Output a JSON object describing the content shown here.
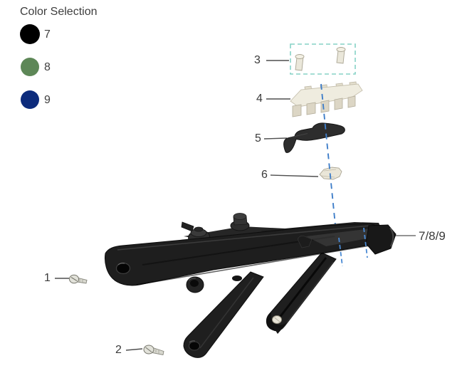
{
  "legend": {
    "title": "Color Selection",
    "items": [
      {
        "number": "7",
        "color": "#000000"
      },
      {
        "number": "8",
        "color": "#5d8757"
      },
      {
        "number": "9",
        "color": "#0c2b7c"
      }
    ]
  },
  "callouts": {
    "part1": "1",
    "part2": "2",
    "part3": "3",
    "part4": "4",
    "part5": "5",
    "part6": "6",
    "assembly": "7/8/9"
  },
  "colors": {
    "label_text": "#3a3a3a",
    "callout_line": "#4f4f4f",
    "assembly_dark": "#1e1e1e",
    "part_cream": "#efecdf",
    "guide_line_blue": "#3f7ec9",
    "highlight_box_teal": "#86d2c6",
    "screw_silver": "#e2e2da"
  }
}
